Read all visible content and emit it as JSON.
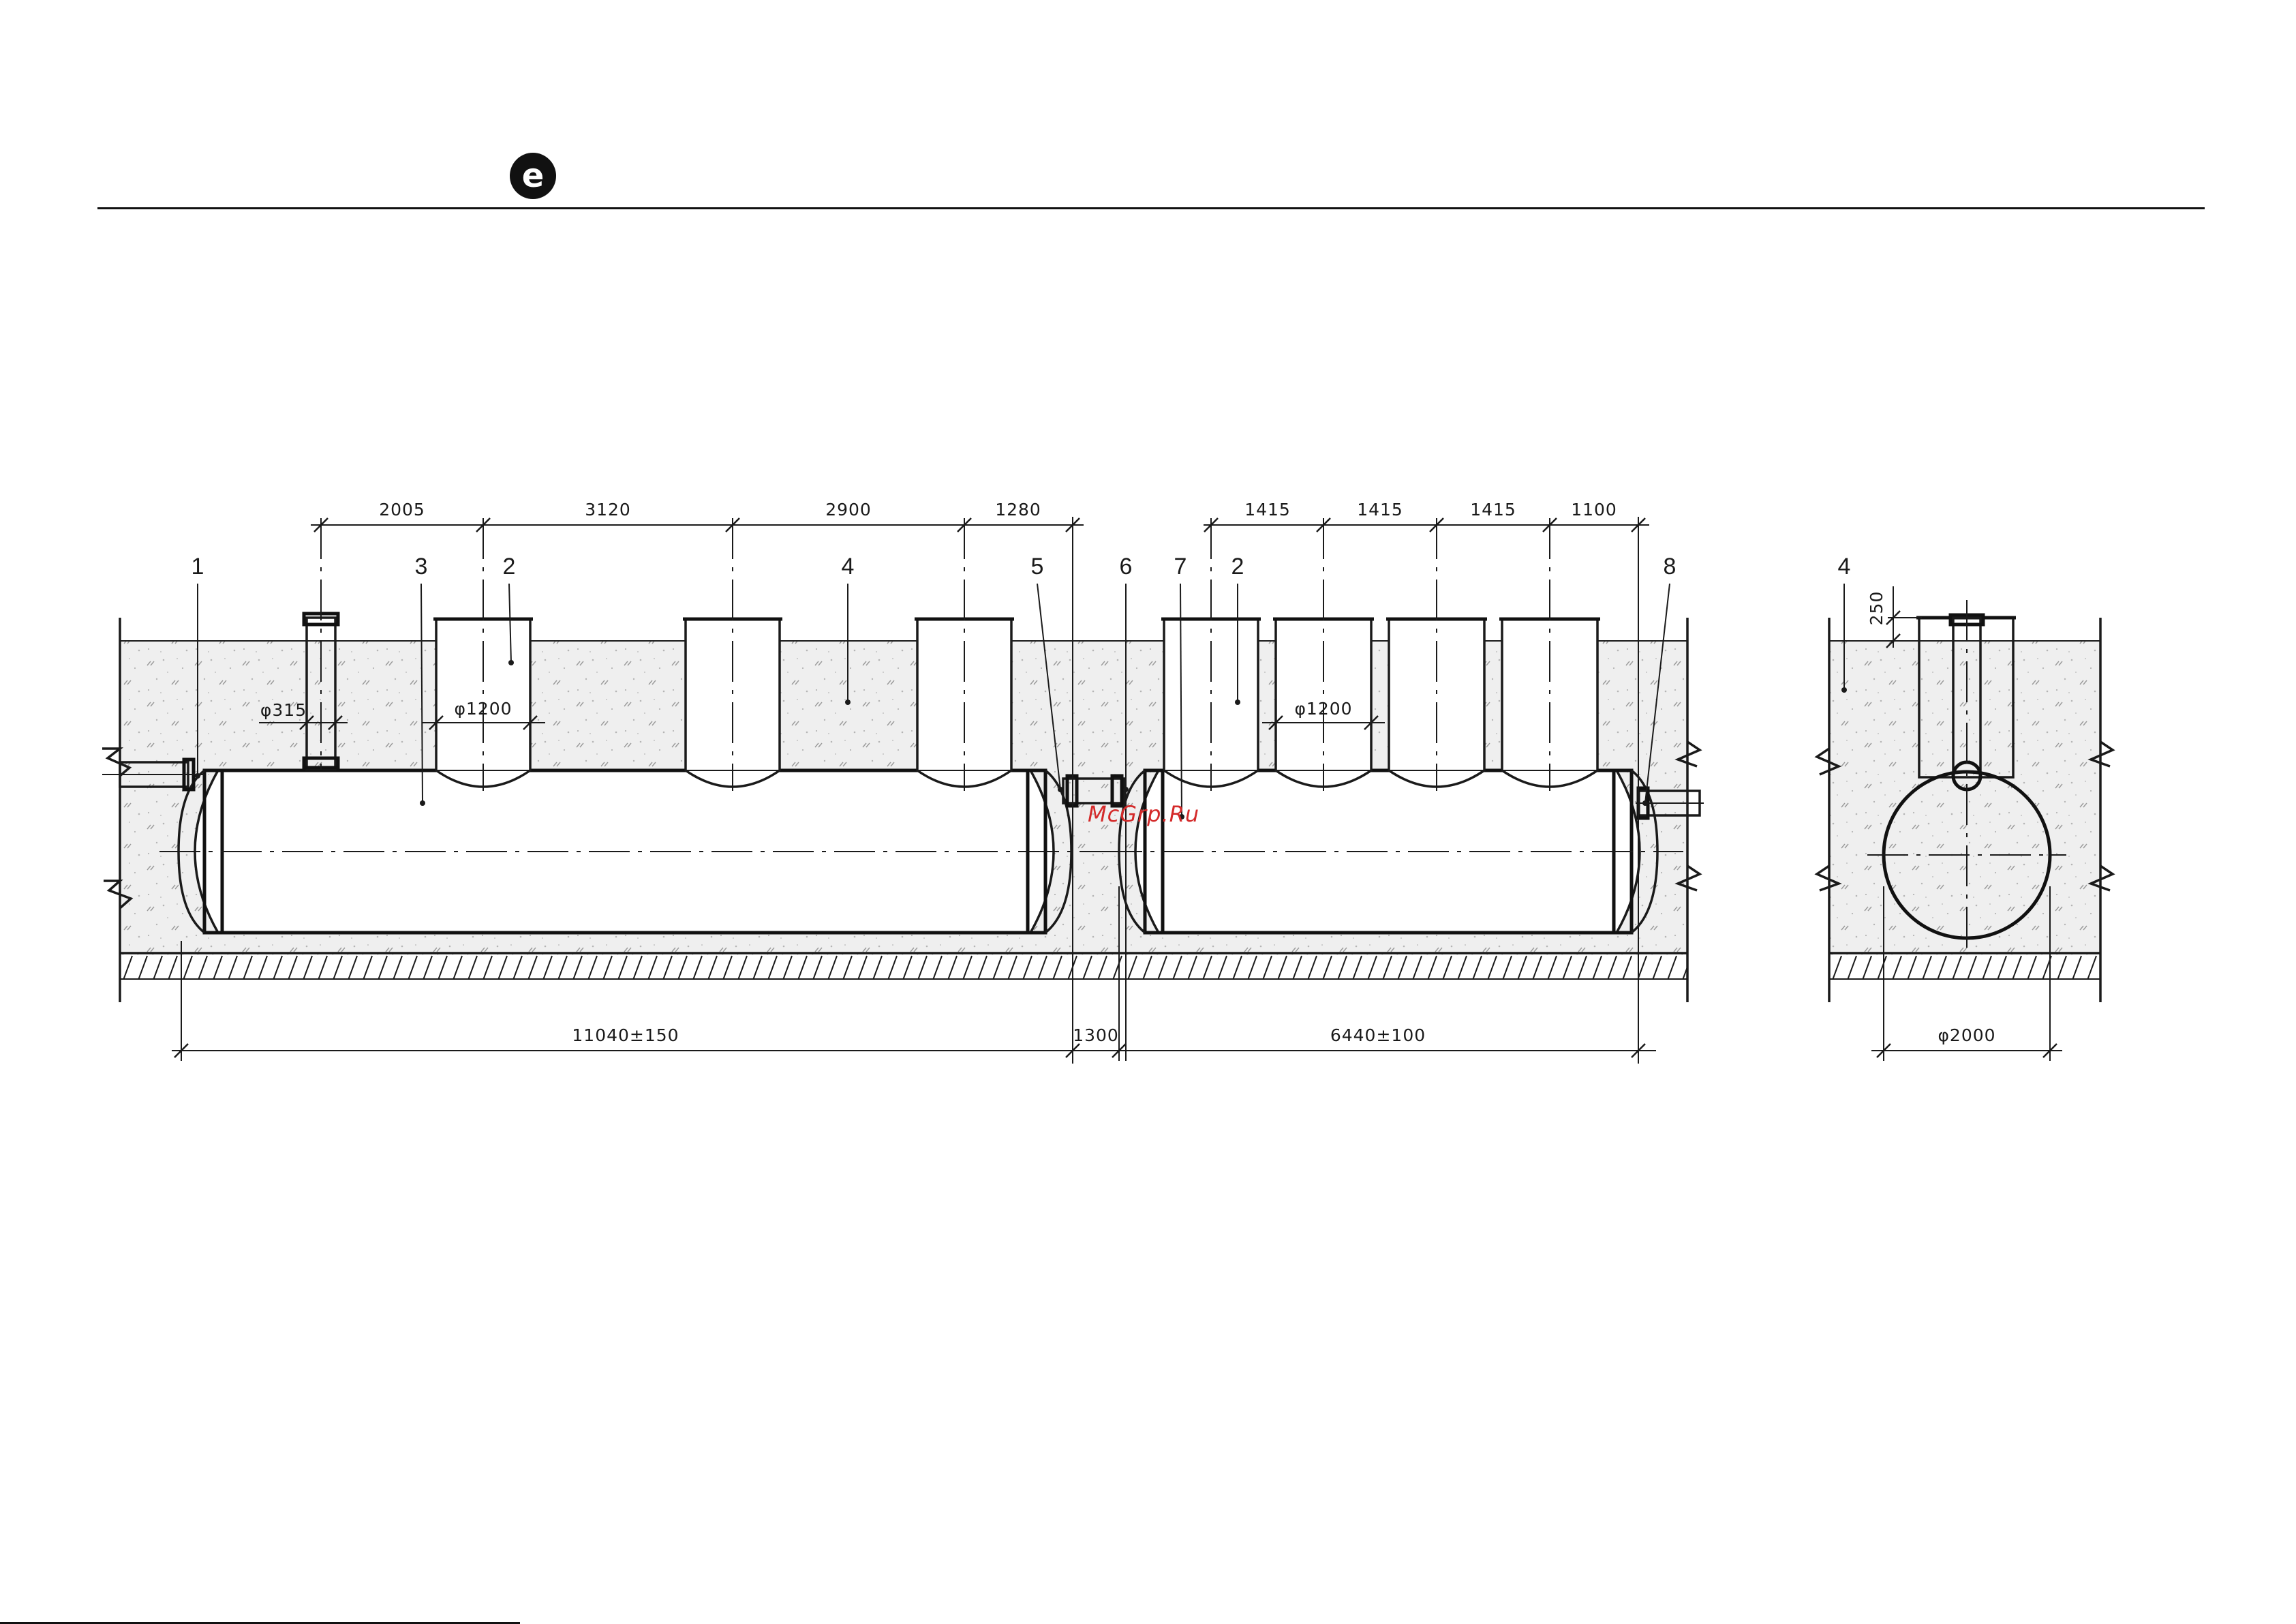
{
  "logo": {
    "icon": "e-logo-icon",
    "letter": "e"
  },
  "watermark": {
    "text": "McGrp.Ru",
    "color": "#d42a2a"
  },
  "side_view": {
    "top_dims_left": [
      "2005",
      "3120",
      "2900",
      "1280"
    ],
    "top_dims_right": [
      "1415",
      "1415",
      "1415",
      "1100"
    ],
    "callouts": [
      "1",
      "3",
      "2",
      "4",
      "5",
      "6",
      "7",
      "2",
      "8"
    ],
    "diameters": {
      "vent": "φ315",
      "shaft_left": "φ1200",
      "shaft_right": "φ1200"
    },
    "bottom_dims": [
      "11040±150",
      "1300",
      "6440±100"
    ]
  },
  "end_view": {
    "callout": "4",
    "top_dim": "250",
    "bottom_dim": "φ2000"
  },
  "colors": {
    "line": "#1a1a1a",
    "soil_fill": "#eeeeee",
    "watermark": "#d42a2a"
  }
}
